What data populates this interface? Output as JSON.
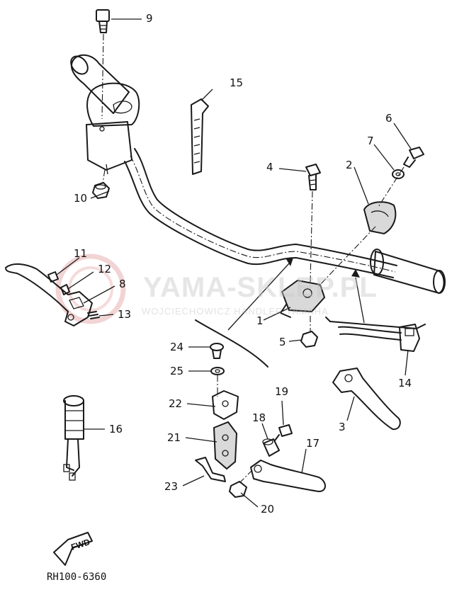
{
  "callouts": [
    {
      "n": "1"
    },
    {
      "n": "2"
    },
    {
      "n": "3"
    },
    {
      "n": "4"
    },
    {
      "n": "5"
    },
    {
      "n": "6"
    },
    {
      "n": "7"
    },
    {
      "n": "8"
    },
    {
      "n": "9"
    },
    {
      "n": "10"
    },
    {
      "n": "11"
    },
    {
      "n": "12"
    },
    {
      "n": "13"
    },
    {
      "n": "14"
    },
    {
      "n": "15"
    },
    {
      "n": "16"
    },
    {
      "n": "17"
    },
    {
      "n": "18"
    },
    {
      "n": "19"
    },
    {
      "n": "20"
    },
    {
      "n": "21"
    },
    {
      "n": "22"
    },
    {
      "n": "23"
    },
    {
      "n": "24"
    },
    {
      "n": "25"
    }
  ],
  "watermark": {
    "line1": "YAMA-SKLEP.PL",
    "line2": "WOJCIECHOWICZ HANDLER YAMAHA",
    "color": "#c8c8c8",
    "logo_color": "#e8a0a0"
  },
  "arrow_label": "FWD",
  "diagram_code": "RH100-6360"
}
